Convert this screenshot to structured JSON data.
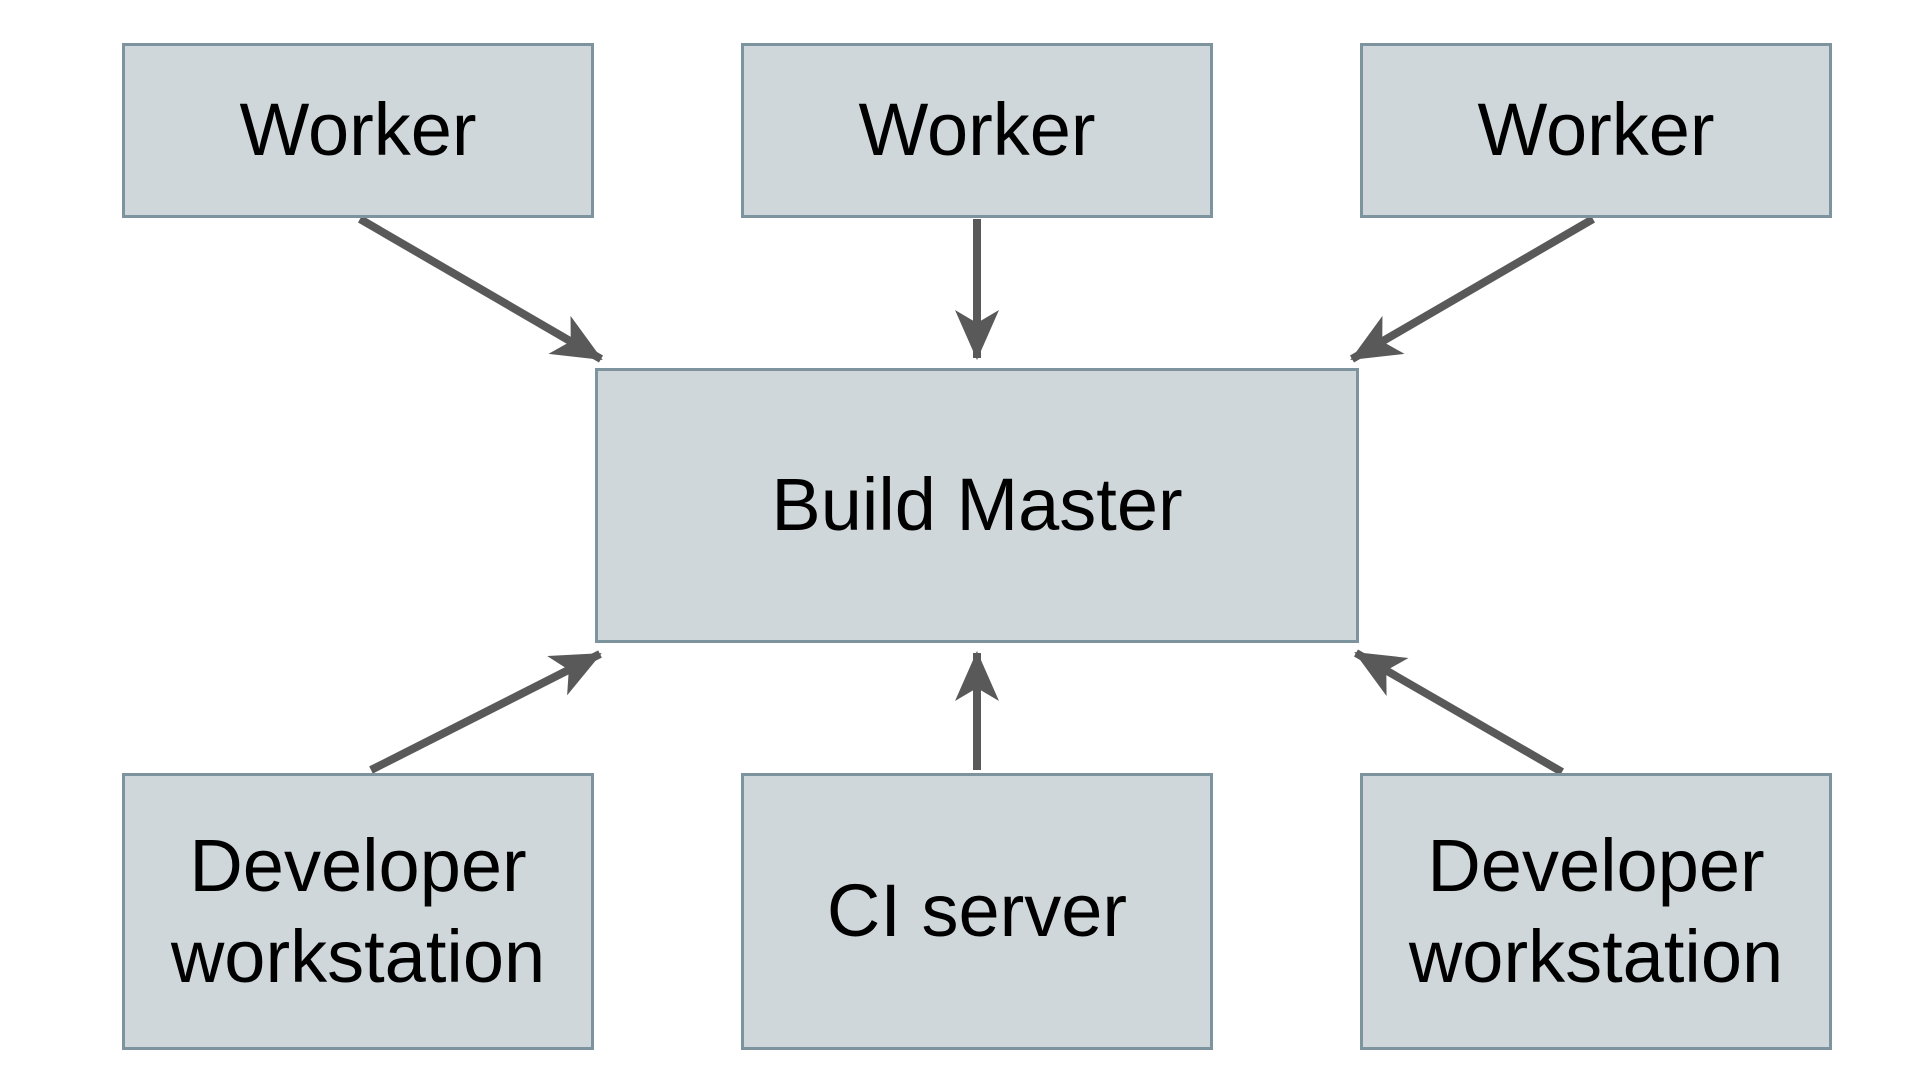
{
  "theme": {
    "bg": "#ffffff",
    "box-fill": "#cfd7da",
    "box-border": "#7d939e",
    "arrow": "#595959",
    "text": "#000000"
  },
  "nodes": {
    "worker_1": {
      "label": "Worker"
    },
    "worker_2": {
      "label": "Worker"
    },
    "worker_3": {
      "label": "Worker"
    },
    "build_master": {
      "label": "Build Master"
    },
    "dev_workstation_1": {
      "label": "Developer workstation"
    },
    "ci_server": {
      "label": "CI server"
    },
    "dev_workstation_2": {
      "label": "Developer workstation"
    }
  },
  "edges": [
    {
      "from": "worker-1",
      "to": "build-master",
      "direction": "down-right"
    },
    {
      "from": "worker-2",
      "to": "build-master",
      "direction": "down"
    },
    {
      "from": "worker-3",
      "to": "build-master",
      "direction": "down-left"
    },
    {
      "from": "dev-workstation-1",
      "to": "build-master",
      "direction": "up-right"
    },
    {
      "from": "ci-server",
      "to": "build-master",
      "direction": "up"
    },
    {
      "from": "dev-workstation-2",
      "to": "build-master",
      "direction": "up-left"
    }
  ]
}
